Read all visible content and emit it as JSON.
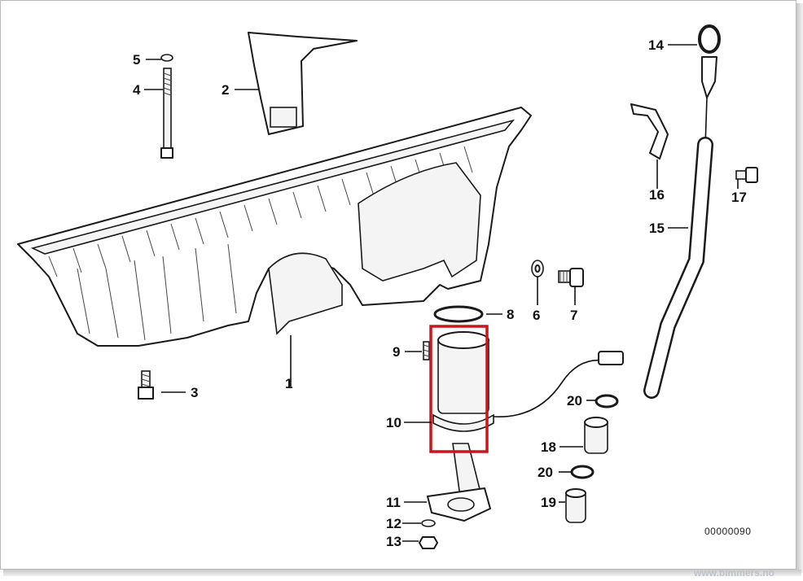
{
  "diagram": {
    "code": "00000090",
    "watermark": "www.bimmers.no",
    "highlight_color": "#c8161d",
    "callouts": [
      {
        "id": "c1",
        "label": "1"
      },
      {
        "id": "c2",
        "label": "2"
      },
      {
        "id": "c3",
        "label": "3"
      },
      {
        "id": "c4",
        "label": "4"
      },
      {
        "id": "c5",
        "label": "5"
      },
      {
        "id": "c6",
        "label": "6"
      },
      {
        "id": "c7",
        "label": "7"
      },
      {
        "id": "c8",
        "label": "8"
      },
      {
        "id": "c9",
        "label": "9"
      },
      {
        "id": "c10",
        "label": "10"
      },
      {
        "id": "c11",
        "label": "11"
      },
      {
        "id": "c12",
        "label": "12"
      },
      {
        "id": "c13",
        "label": "13"
      },
      {
        "id": "c14",
        "label": "14"
      },
      {
        "id": "c15",
        "label": "15"
      },
      {
        "id": "c16",
        "label": "16"
      },
      {
        "id": "c17",
        "label": "17"
      },
      {
        "id": "c18",
        "label": "18"
      },
      {
        "id": "c19",
        "label": "19"
      },
      {
        "id": "c20a",
        "label": "20"
      },
      {
        "id": "c20b",
        "label": "20"
      }
    ]
  }
}
